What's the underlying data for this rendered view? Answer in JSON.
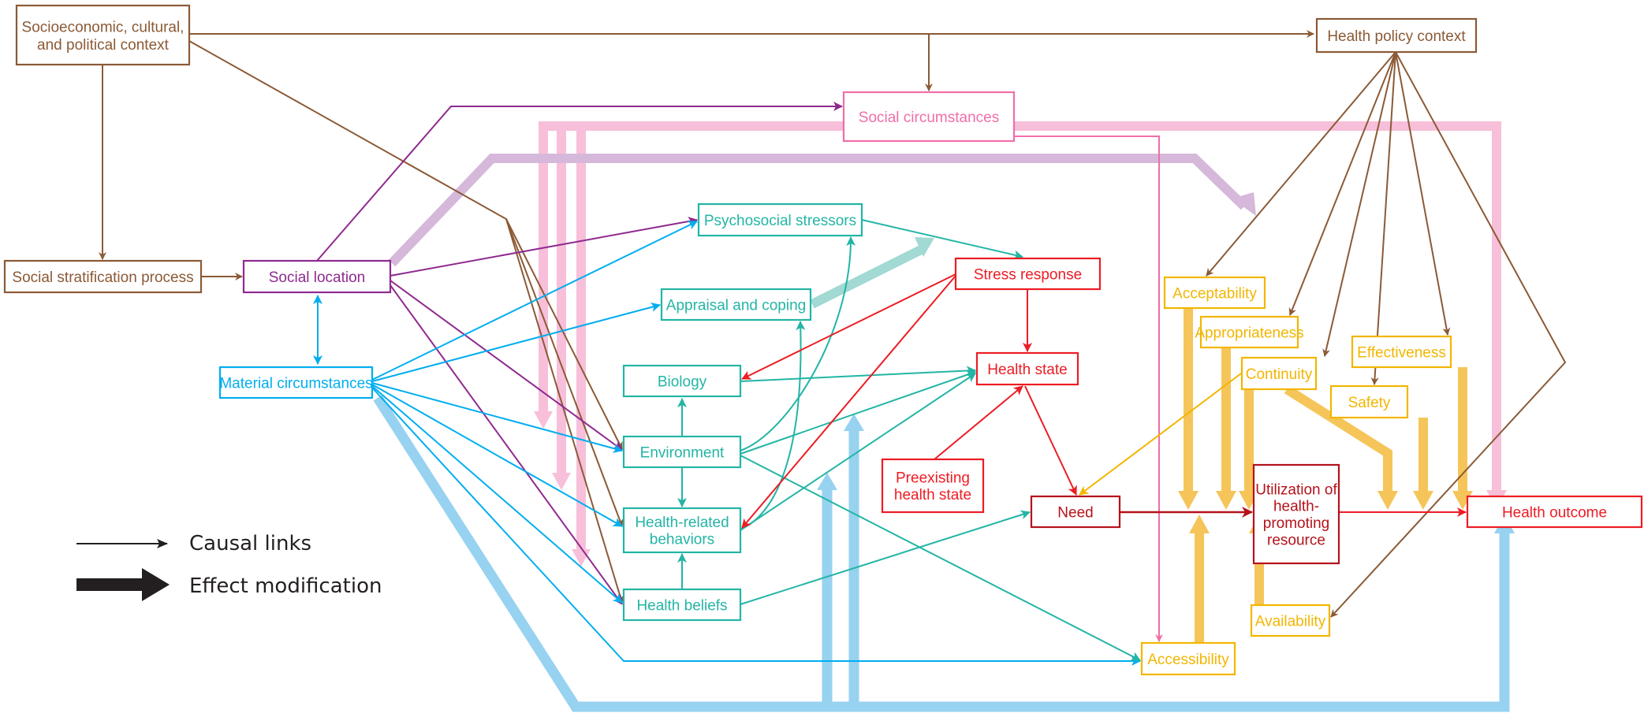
{
  "colors": {
    "brown": "#8b5a36",
    "purple": "#8e2a8f",
    "lavender": "#d5b8da",
    "pink": "#f06ea9",
    "pink_thick": "#f7bfd9",
    "blue": "#00aeef",
    "blue_thick": "#97d2f0",
    "teal": "#23b5a5",
    "teal_thick": "#a2d9d3",
    "red": "#ed1c24",
    "dark_red": "#b5121b",
    "gold": "#f2b600",
    "gold_thick": "#f5c55a",
    "black": "#231f20"
  },
  "nodes": {
    "socioeconomic": {
      "lines": [
        "Socioeconomic, cultural,",
        "and political context"
      ],
      "color": "brown"
    },
    "health_policy": {
      "lines": [
        "Health policy context"
      ],
      "color": "brown"
    },
    "stratification": {
      "lines": [
        "Social stratification process"
      ],
      "color": "brown"
    },
    "social_location": {
      "lines": [
        "Social location"
      ],
      "color": "purple"
    },
    "material": {
      "lines": [
        "Material circumstances"
      ],
      "color": "blue"
    },
    "social_circ": {
      "lines": [
        "Social circumstances"
      ],
      "color": "pink"
    },
    "psychosocial": {
      "lines": [
        "Psychosocial stressors"
      ],
      "color": "teal"
    },
    "appraisal": {
      "lines": [
        "Appraisal and coping"
      ],
      "color": "teal"
    },
    "biology": {
      "lines": [
        "Biology"
      ],
      "color": "teal"
    },
    "environment": {
      "lines": [
        "Environment"
      ],
      "color": "teal"
    },
    "behaviors": {
      "lines": [
        "Health-related",
        "behaviors"
      ],
      "color": "teal"
    },
    "beliefs": {
      "lines": [
        "Health beliefs"
      ],
      "color": "teal"
    },
    "stress_response": {
      "lines": [
        "Stress response"
      ],
      "color": "red"
    },
    "health_state": {
      "lines": [
        "Health state"
      ],
      "color": "red"
    },
    "preexisting": {
      "lines": [
        "Preexisting",
        "health state"
      ],
      "color": "red"
    },
    "need": {
      "lines": [
        "Need"
      ],
      "color": "dark_red"
    },
    "utilization": {
      "lines": [
        "Utilization of",
        "health-",
        "promoting",
        "resource"
      ],
      "color": "dark_red"
    },
    "health_outcome": {
      "lines": [
        "Health outcome"
      ],
      "color": "red"
    },
    "acceptability": {
      "lines": [
        "Acceptability"
      ],
      "color": "gold"
    },
    "appropriateness": {
      "lines": [
        "Appropriateness"
      ],
      "color": "gold"
    },
    "continuity": {
      "lines": [
        "Continuity"
      ],
      "color": "gold"
    },
    "effectiveness": {
      "lines": [
        "Effectiveness"
      ],
      "color": "gold"
    },
    "safety": {
      "lines": [
        "Safety"
      ],
      "color": "gold"
    },
    "availability": {
      "lines": [
        "Availability"
      ],
      "color": "gold"
    },
    "accessibility": {
      "lines": [
        "Accessibility"
      ],
      "color": "gold"
    }
  },
  "edges": [
    {
      "from": "socioeconomic",
      "to": "stratification",
      "color": "brown",
      "kind": "causal"
    },
    {
      "from": "socioeconomic",
      "to": "health_policy",
      "color": "brown",
      "kind": "causal"
    },
    {
      "from": "socioeconomic",
      "to": "social_circ",
      "color": "brown",
      "kind": "causal"
    },
    {
      "from": "socioeconomic",
      "to": "environment",
      "color": "brown",
      "kind": "causal"
    },
    {
      "from": "socioeconomic",
      "to": "behaviors",
      "color": "brown",
      "kind": "causal"
    },
    {
      "from": "socioeconomic",
      "to": "beliefs",
      "color": "brown",
      "kind": "causal"
    },
    {
      "from": "stratification",
      "to": "social_location",
      "color": "brown",
      "kind": "causal"
    },
    {
      "from": "social_location",
      "to": "material",
      "color": "blue",
      "kind": "causal-bidirectional"
    },
    {
      "from": "social_location",
      "to": "social_circ",
      "color": "purple",
      "kind": "causal"
    },
    {
      "from": "social_location",
      "to": "psychosocial",
      "color": "purple",
      "kind": "causal"
    },
    {
      "from": "social_location",
      "to": "environment",
      "color": "purple",
      "kind": "causal"
    },
    {
      "from": "social_location",
      "to": "beliefs",
      "color": "purple",
      "kind": "causal"
    },
    {
      "from": "social_location",
      "to": "utilization-factors",
      "color": "lavender",
      "kind": "effect-modification"
    },
    {
      "from": "material",
      "to": "psychosocial",
      "color": "blue",
      "kind": "causal"
    },
    {
      "from": "material",
      "to": "appraisal",
      "color": "blue",
      "kind": "causal"
    },
    {
      "from": "material",
      "to": "environment",
      "color": "blue",
      "kind": "causal"
    },
    {
      "from": "material",
      "to": "behaviors",
      "color": "blue",
      "kind": "causal"
    },
    {
      "from": "material",
      "to": "beliefs",
      "color": "blue",
      "kind": "causal"
    },
    {
      "from": "material",
      "to": "accessibility",
      "color": "blue",
      "kind": "causal"
    },
    {
      "from": "material",
      "to": "health_outcome",
      "color": "blue_thick",
      "kind": "effect-modification"
    },
    {
      "from": "social_circ",
      "to": "accessibility",
      "color": "pink",
      "kind": "causal"
    },
    {
      "from": "social_circ",
      "to": "health_outcome",
      "color": "pink_thick",
      "kind": "effect-modification"
    },
    {
      "from": "psychosocial",
      "to": "stress_response",
      "color": "teal",
      "kind": "causal"
    },
    {
      "from": "appraisal",
      "to": "stress_response",
      "color": "teal_thick",
      "kind": "effect-modification"
    },
    {
      "from": "environment",
      "to": "biology",
      "color": "teal",
      "kind": "causal"
    },
    {
      "from": "environment",
      "to": "behaviors",
      "color": "teal",
      "kind": "causal"
    },
    {
      "from": "environment",
      "to": "health_state",
      "color": "teal",
      "kind": "causal"
    },
    {
      "from": "environment",
      "to": "psychosocial",
      "color": "teal",
      "kind": "causal"
    },
    {
      "from": "environment",
      "to": "accessibility",
      "color": "teal",
      "kind": "causal"
    },
    {
      "from": "behaviors",
      "to": "appraisal",
      "color": "teal",
      "kind": "causal"
    },
    {
      "from": "behaviors",
      "to": "health_state",
      "color": "teal",
      "kind": "causal"
    },
    {
      "from": "beliefs",
      "to": "behaviors",
      "color": "teal",
      "kind": "causal"
    },
    {
      "from": "beliefs",
      "to": "need",
      "color": "teal",
      "kind": "causal"
    },
    {
      "from": "biology",
      "to": "health_state",
      "color": "teal",
      "kind": "causal"
    },
    {
      "from": "stress_response",
      "to": "biology",
      "color": "red",
      "kind": "causal"
    },
    {
      "from": "stress_response",
      "to": "behaviors",
      "color": "red",
      "kind": "causal"
    },
    {
      "from": "stress_response",
      "to": "health_state",
      "color": "red",
      "kind": "causal"
    },
    {
      "from": "preexisting",
      "to": "health_state",
      "color": "red",
      "kind": "causal"
    },
    {
      "from": "health_state",
      "to": "need",
      "color": "red",
      "kind": "causal"
    },
    {
      "from": "need",
      "to": "utilization",
      "color": "dark_red",
      "kind": "causal"
    },
    {
      "from": "utilization",
      "to": "health_outcome",
      "color": "red",
      "kind": "causal"
    },
    {
      "from": "continuity",
      "to": "need",
      "color": "gold",
      "kind": "causal"
    },
    {
      "from": "health_policy",
      "to": "acceptability",
      "color": "brown",
      "kind": "causal"
    },
    {
      "from": "health_policy",
      "to": "appropriateness",
      "color": "brown",
      "kind": "causal"
    },
    {
      "from": "health_policy",
      "to": "continuity",
      "color": "brown",
      "kind": "causal"
    },
    {
      "from": "health_policy",
      "to": "safety",
      "color": "brown",
      "kind": "causal"
    },
    {
      "from": "health_policy",
      "to": "effectiveness",
      "color": "brown",
      "kind": "causal"
    },
    {
      "from": "health_policy",
      "to": "availability",
      "color": "brown",
      "kind": "causal"
    }
  ],
  "legend": {
    "causal_label": "Causal links",
    "effect_label": "Effect modification"
  }
}
